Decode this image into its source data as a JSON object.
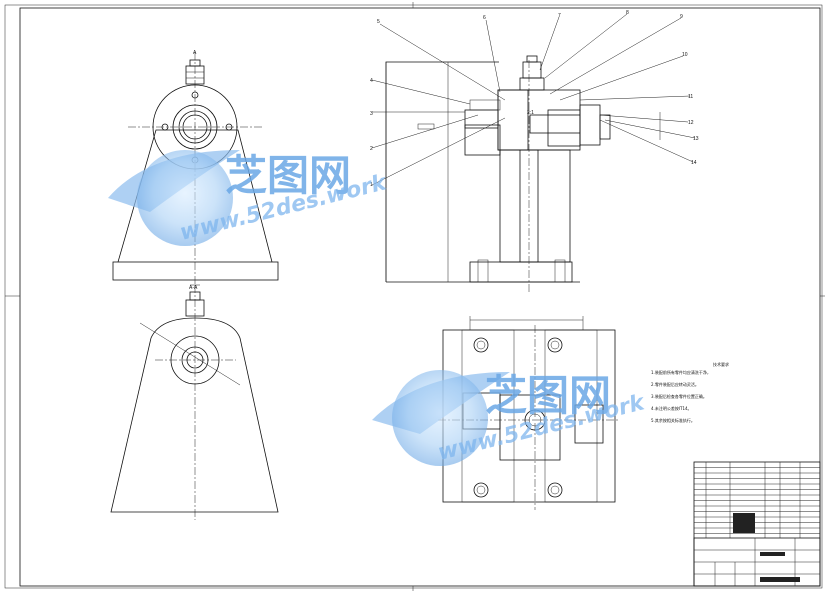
{
  "watermark": {
    "brand": "芝图网",
    "url": "www.52des.work"
  },
  "callouts": [
    "1",
    "2",
    "3",
    "4",
    "5",
    "6",
    "7",
    "8",
    "9",
    "10",
    "11",
    "12",
    "13",
    "14"
  ],
  "tech_requirements": {
    "title": "技术要求",
    "lines": [
      "1.装配前所有零件均应清洗干净，",
      "2.零件装配后应转动灵活。",
      "3.装配后检查各零件位置正确。",
      "4.未注明公差按IT14。",
      "5.其余按相关标准执行。"
    ]
  },
  "view_labels": {
    "section_mark": "A",
    "section_label": "A-A"
  },
  "colors": {
    "line": "#111111",
    "watermark": "#6aa8e6",
    "hatch": "#333333"
  }
}
